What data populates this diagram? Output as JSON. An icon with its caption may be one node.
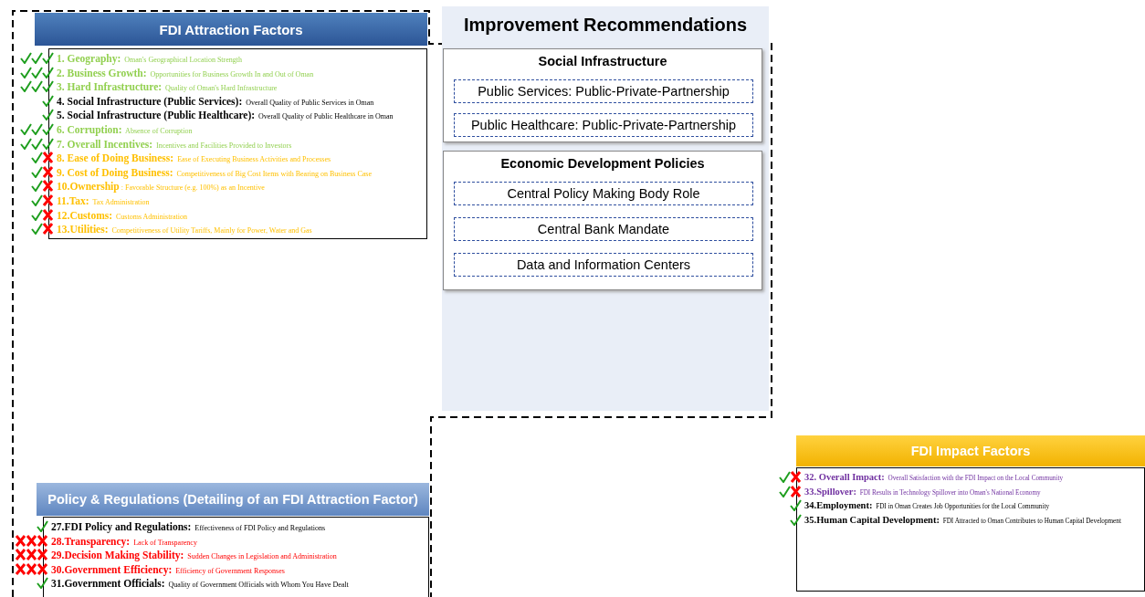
{
  "diagram": {
    "nodes": [
      {
        "text": [
          "FDI Attraction Factors",
          "**1. Geography:** Oman's Geographical Location Strength",
          "**2. Business Growth:** Opportunities for Business Growth In and Out of Oman",
          "**3. Hard Infrastructure:** Quality of Oman's Hard Infrastructure",
          "**4. Social Infrastructure (Public Services):** Overall Quality of Public Services in Oman",
          "**5. Social Infrastructure (Public Healthcare):** Overall Quality of Public Healthcare in Oman",
          "**6. Corruption:** Absence of Corruption",
          "**7. Overall Incentives:** Incentives and Facilities Provided to Investors",
          "**8. Ease of Doing Business:** Ease of Executing Business Activities and Processes",
          "**9. Cost of Doing Business:** Competitiveness of Big Cost Items with Bearing on Business Case",
          "**10.Ownership**: Favorable Structure (e.g. 100%) as an Incentive",
          "**11.Tax:** Tax Administration",
          "**12.Customs:** Customs Administration",
          "**13.Utilities:** Competitiveness of Utility Tariffs, Mainly for Power, Water and Gas"
        ]
      },
      {
        "text": [
          "Improvement Recommendations"
        ]
      },
      {
        "text": [
          "Social Infrastructure"
        ],
        "in": 1
      },
      {
        "text": [
          "Public Services: Public-Private-Partnership"
        ],
        "in": 2
      },
      {
        "text": [
          "Public Healthcare: Public-Private-Partnership"
        ],
        "in": 2
      },
      {
        "text": [
          "Economic Development Policies"
        ],
        "in": 1
      },
      {
        "text": [
          "Central Policy Making Body Role"
        ],
        "in": 5
      },
      {
        "text": [
          "Central Bank Mandate"
        ],
        "in": 5
      },
      {
        "text": [
          "Data and Information Centers"
        ],
        "in": 5
      },
      {
        "text": [
          "Policy & Regulations (Detailing of an FDI Attraction Factor)",
          "**27.FDI Policy and Regulations:** Effectiveness of FDI Policy and Regulations",
          "**28.Transparency:** Lack of Transparency",
          "**29.Decision Making Stability:** Sudden Changes in Legislation and Administration",
          "**30.Government Efficiency:** Efficiency of Government Responses",
          "**31.Government Officials:** Quality of Government Officials with Whom You Have Dealt"
        ]
      },
      {
        "text": [
          "FDI Impact Factors",
          "**32. Overall Impact:** Overall Satisfaction with the FDI Impact on the Local Community",
          "**33.Spillover:** FDI Results in Technology Spillover into Oman's National Economy",
          "**34.Employment:** FDI in Oman Creates Job Opportunities for the Local Community",
          "**35.Human Capital Development:** FDI Attracted to Oman Contributes to Human Capital Development"
        ]
      }
    ],
    "edges": []
  }
}
